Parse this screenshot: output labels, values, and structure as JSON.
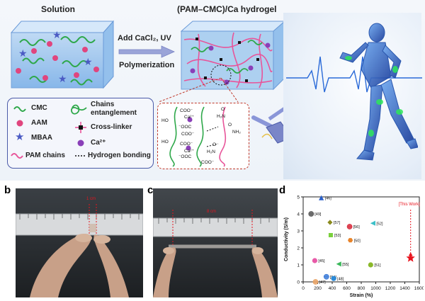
{
  "top": {
    "solution_title": "Solution",
    "hydrogel_title": "(PAM–CMC)/Ca hydrogel",
    "arrow_text_line1": "Add CaCl₂, UV",
    "arrow_text_line2": "Polymerization"
  },
  "legend": {
    "cmc": "CMC",
    "aam": "AAM",
    "mbaa": "MBAA",
    "pam": "PAM chains",
    "entangle_line1": "Chains",
    "entangle_line2": "entanglement",
    "crosslinker": "Cross-linker",
    "ca": "Ca²⁺",
    "hbond": "Hydrogen bonding"
  },
  "molecular": {
    "labels": [
      "COO⁻",
      "Ca²⁺",
      "HO",
      "⁻OOC",
      "COO⁻",
      "HO",
      "COO⁻",
      "Ca²⁺",
      "⁻OOC",
      "COO⁻",
      "H₂N",
      "NH₂",
      "H₂N",
      "O",
      "O",
      "O"
    ]
  },
  "panels": {
    "b": "b",
    "c": "c",
    "d": "d",
    "b_ruler_label": "1 cm",
    "c_ruler_label": "8 cm"
  },
  "colors": {
    "cmc_green": "#2ea84a",
    "aam_pink": "#e0457e",
    "mbaa_blue": "#4b5bc4",
    "pam_pink": "#e8559a",
    "ca_purple": "#8a3fb8",
    "legend_border": "#4a5aa8",
    "star_red": "#e8141e",
    "this_work_red": "#e8141e"
  },
  "chart_data": {
    "type": "scatter",
    "xlabel": "Strain (%)",
    "ylabel": "Conductivity (S/m)",
    "xlim": [
      0,
      1600
    ],
    "ylim": [
      0,
      5
    ],
    "xticks": [
      0,
      200,
      400,
      600,
      800,
      1000,
      1200,
      1400,
      1600
    ],
    "yticks": [
      0,
      1,
      2,
      3,
      4,
      5
    ],
    "points": [
      {
        "label": "[46]",
        "x": 250,
        "y": 4.95,
        "marker": "triangle-up",
        "color": "#2a5fc8"
      },
      {
        "label": "[49]",
        "x": 110,
        "y": 4.0,
        "marker": "half-circle",
        "color": "#555555"
      },
      {
        "label": "[57]",
        "x": 370,
        "y": 3.5,
        "marker": "diamond",
        "color": "#8a8a1e"
      },
      {
        "label": "[56]",
        "x": 640,
        "y": 3.25,
        "marker": "half-circle",
        "color": "#d8283a"
      },
      {
        "label": "[52]",
        "x": 960,
        "y": 3.45,
        "marker": "triangle-left",
        "color": "#3cc0c8"
      },
      {
        "label": "[53]",
        "x": 380,
        "y": 2.75,
        "marker": "square",
        "color": "#7ad03c"
      },
      {
        "label": "[50]",
        "x": 650,
        "y": 2.45,
        "marker": "hexagon",
        "color": "#e8842a"
      },
      {
        "label": "[45]",
        "x": 160,
        "y": 1.25,
        "marker": "circle",
        "color": "#e85aa8"
      },
      {
        "label": "[55]",
        "x": 490,
        "y": 1.05,
        "marker": "triangle-left",
        "color": "#3ab85a"
      },
      {
        "label": "[51]",
        "x": 930,
        "y": 1.0,
        "marker": "circle",
        "color": "#8ab82a"
      },
      {
        "label": "[54]",
        "x": 320,
        "y": 0.3,
        "marker": "half-circle",
        "color": "#3a7ad8"
      },
      {
        "label": "[48]",
        "x": 420,
        "y": 0.2,
        "marker": "circle",
        "color": "#2a8ad8"
      },
      {
        "label": "[47]",
        "x": 170,
        "y": 0.0,
        "marker": "half-circle",
        "color": "#e8a060"
      }
    ],
    "this_work": {
      "label": "[This Work]",
      "x": 1480,
      "y": 1.4,
      "color": "#e8141e"
    }
  }
}
